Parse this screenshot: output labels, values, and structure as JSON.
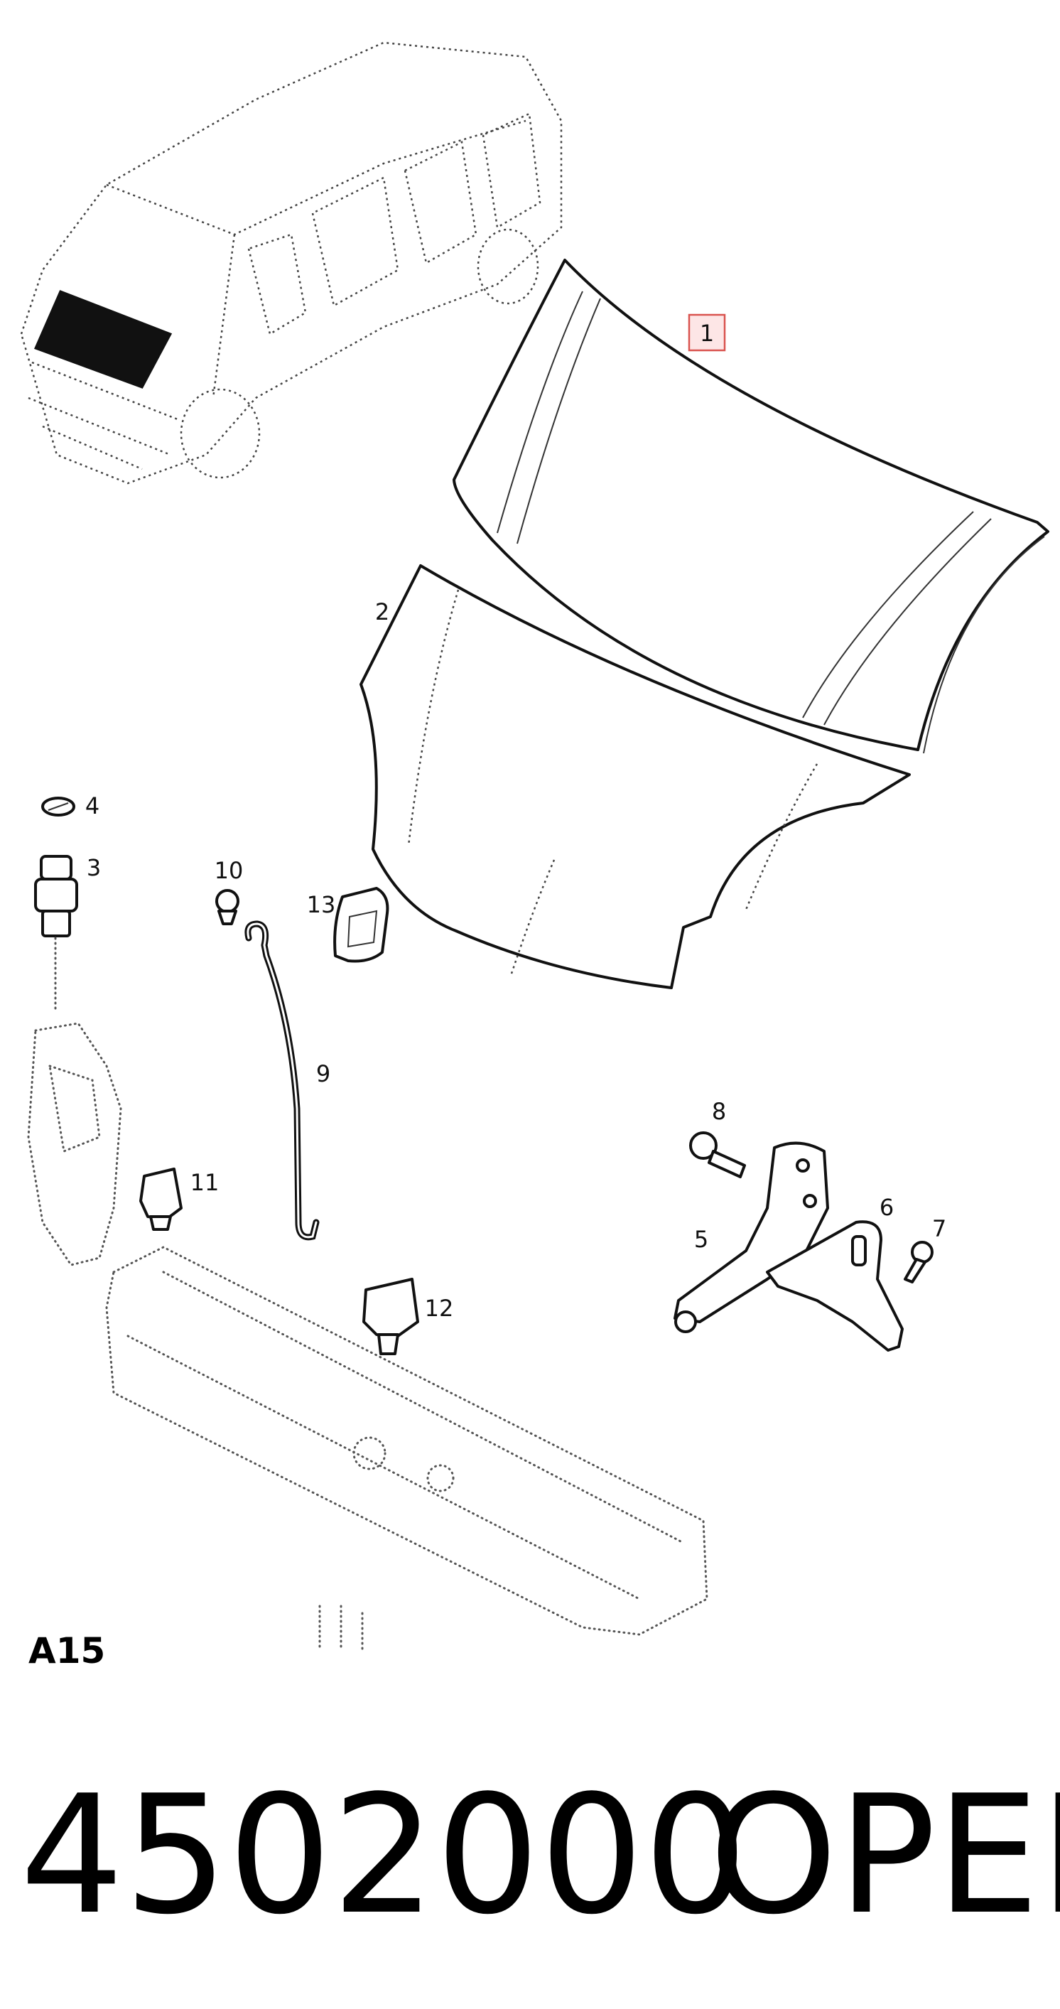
{
  "diagram": {
    "section_code": "A15",
    "callouts": [
      "1",
      "2",
      "3",
      "4",
      "5",
      "6",
      "7",
      "8",
      "9",
      "10",
      "11",
      "12",
      "13"
    ],
    "highlighted_callout": "1",
    "highlight_color": "#d9534f"
  },
  "footer": {
    "part_number": "4502000",
    "brand": "OPEL"
  }
}
